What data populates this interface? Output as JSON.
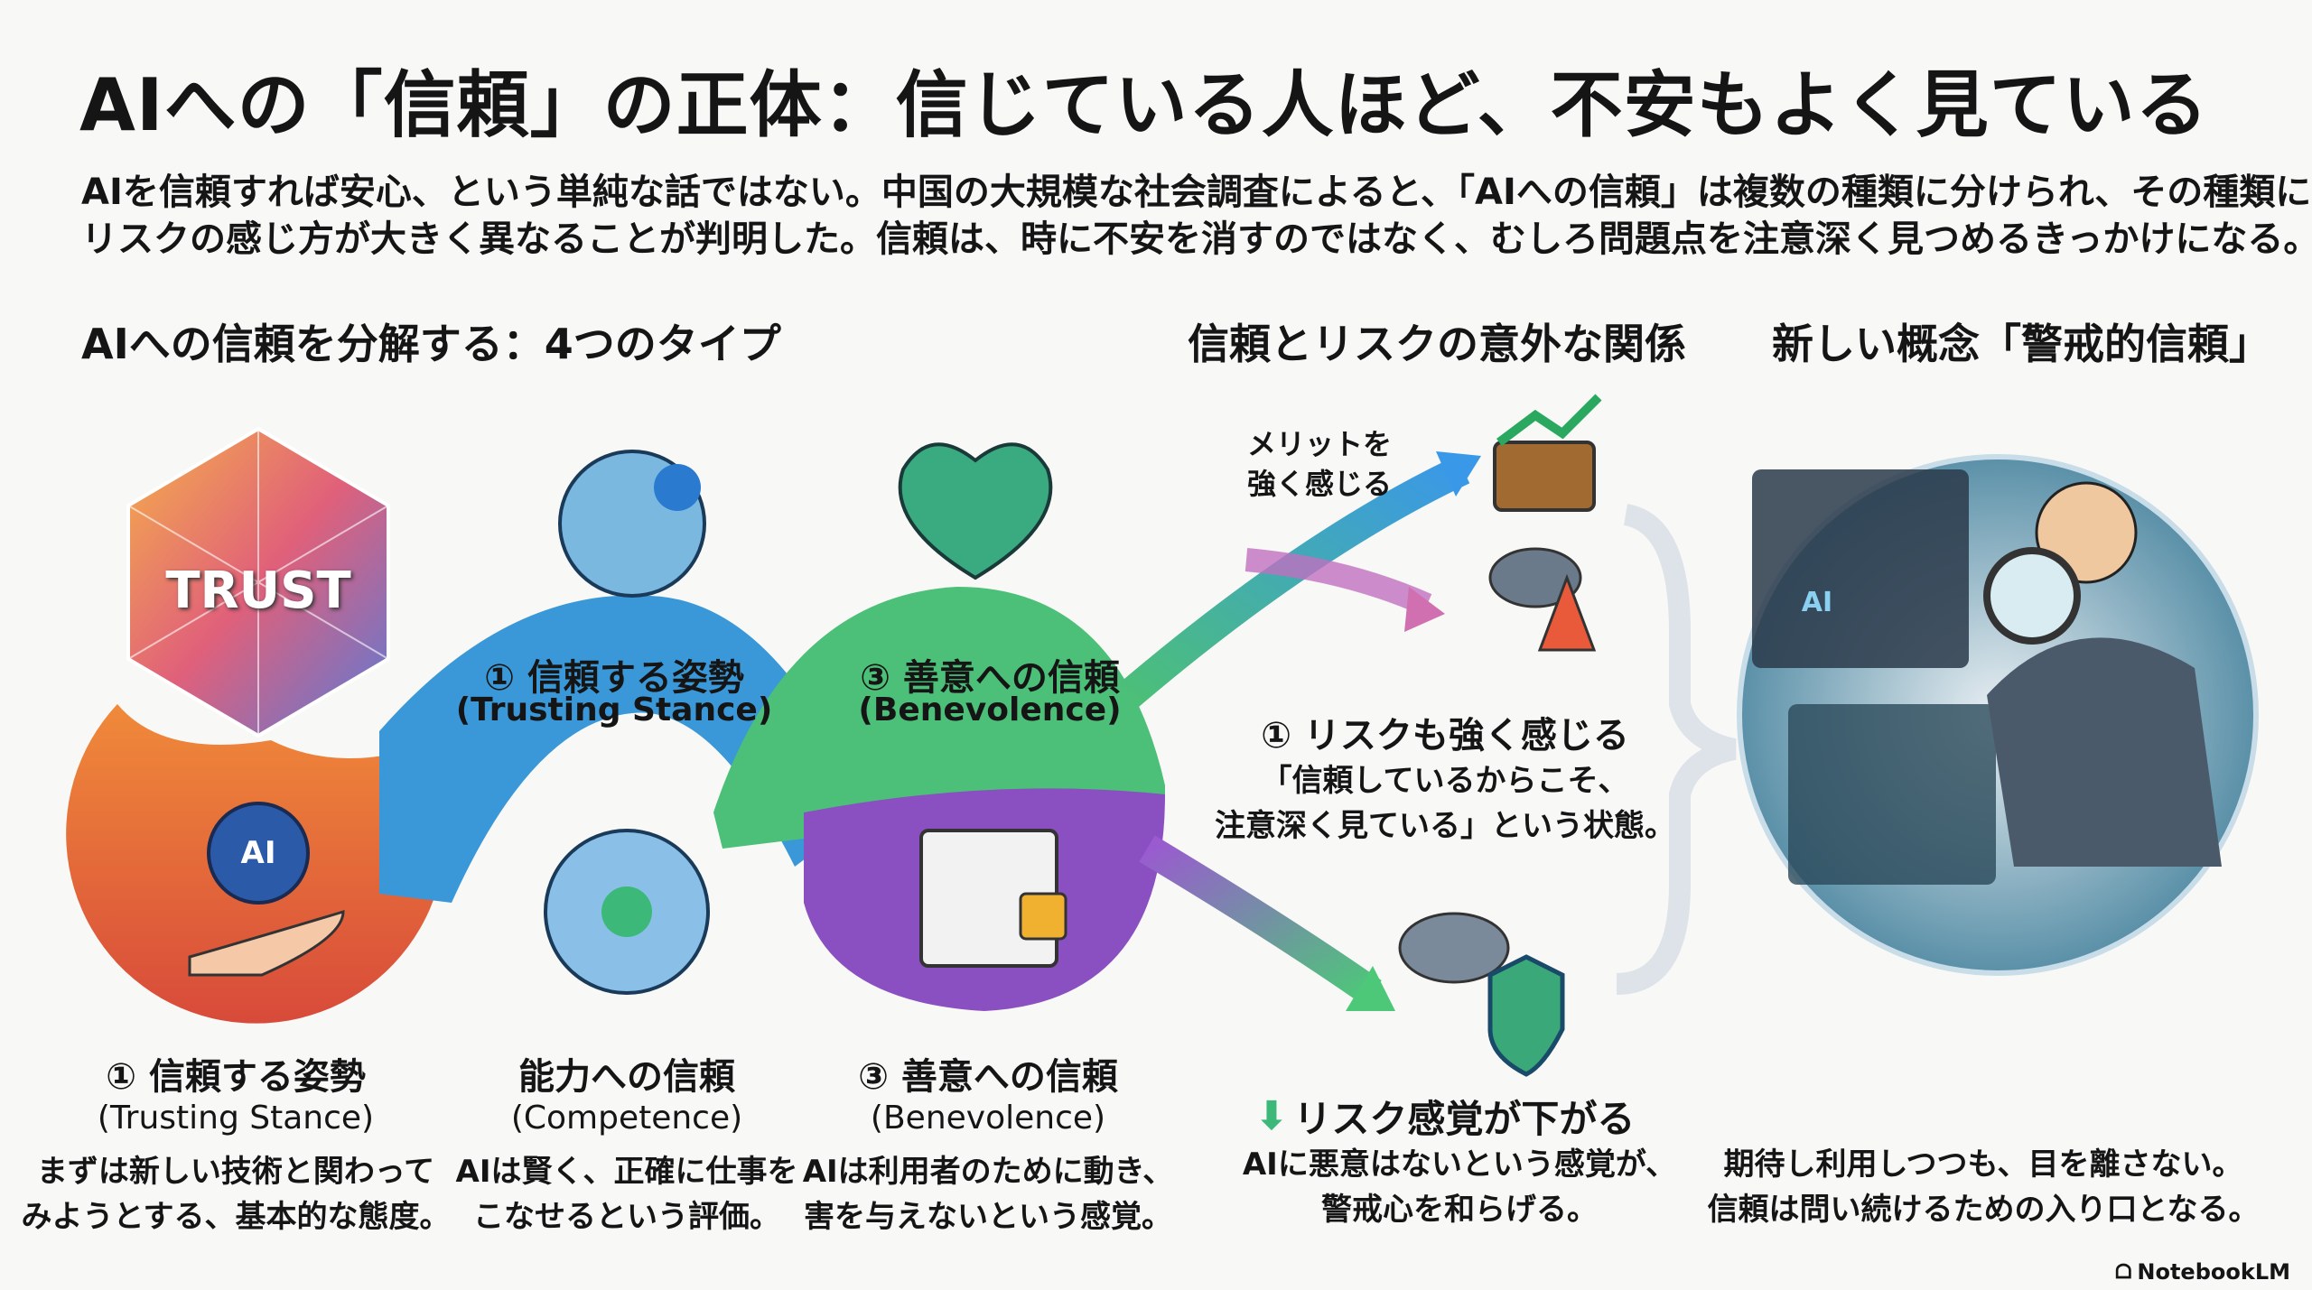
{
  "title": "AIへの「信頼」の正体：信じている人ほど、不安もよく見ている",
  "subtitle": [
    "AIを信頼すれば安心、という単純な話ではない。中国の大規模な社会調査によると、「AIへの信頼」は複数の種類に分けられ、その種類によって",
    "リスクの感じ方が大きく異なることが判明した。信頼は、時に不安を消すのではなく、むしろ問題点を注意深く見つめるきっかけになる。"
  ],
  "sections": {
    "types": "AIへの信頼を分解する：4つのタイプ",
    "relation": "信頼とリスクの意外な関係",
    "concept": "新しい概念「警戒的信頼」"
  },
  "diagram": {
    "trust_badge": "TRUST",
    "ai_badge": "AI",
    "band_blue": {
      "title": "① 信頼する姿勢",
      "en": "(Trusting Stance)"
    },
    "band_green": {
      "title": "③ 善意への信頼",
      "en": "(Benevolence)"
    }
  },
  "types": [
    {
      "title": "① 信頼する姿勢",
      "en": "(Trusting Stance)",
      "desc": [
        "まずは新しい技術と関わって",
        "みようとする、基本的な態度。"
      ]
    },
    {
      "title": "能力への信頼",
      "en": "(Competence)",
      "desc": [
        "AIは賢く、正確に仕事を",
        "こなせるという評価。"
      ]
    },
    {
      "title": "③ 善意への信頼",
      "en": "(Benevolence)",
      "desc": [
        "AIは利用者のために動き、",
        "害を与えないという感覚。"
      ]
    }
  ],
  "relation": {
    "merit": [
      "メリットを",
      "強く感じる"
    ],
    "risk_high": {
      "title": "① リスクも強く感じる",
      "quote": [
        "「信頼しているからこそ、",
        "注意深く見ている」という状態。"
      ]
    },
    "risk_low": {
      "title": "リスク感覚が下がる",
      "desc": [
        "AIに悪意はないという感覚が、",
        "警戒心を和らげる。"
      ]
    }
  },
  "concept": {
    "screen_label": "AI",
    "desc": [
      "期待し利用しつつも、目を離さない。",
      "信頼は問い続けるための入り口となる。"
    ]
  },
  "brand": "NotebookLM",
  "colors": {
    "orange": "#e8683a",
    "blue": "#3a98d8",
    "green": "#4cbf78",
    "purple": "#8a4fc0",
    "accent_green": "#3cb878"
  }
}
